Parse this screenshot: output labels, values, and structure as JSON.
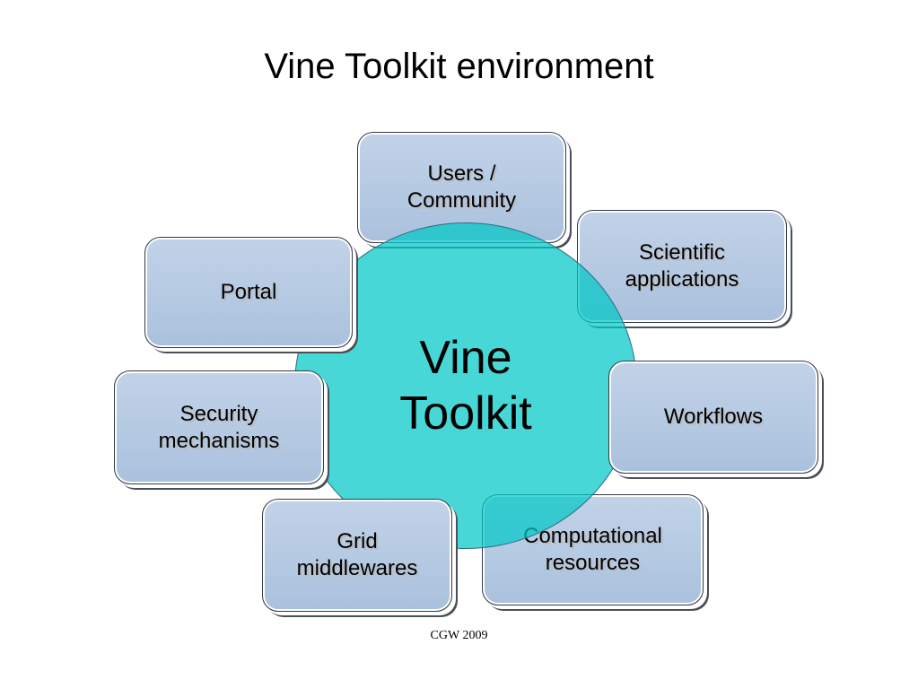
{
  "title": "Vine Toolkit environment",
  "center": {
    "label_line1": "Vine",
    "label_line2": "Toolkit"
  },
  "boxes": {
    "users": [
      "Users /",
      "Community"
    ],
    "scientific": [
      "Scientific",
      "applications"
    ],
    "portal": [
      "Portal"
    ],
    "workflows": [
      "Workflows"
    ],
    "security": [
      "Security",
      "mechanisms"
    ],
    "grid": [
      "Grid",
      "middlewares"
    ],
    "computational": [
      "Computational",
      "resources"
    ]
  },
  "footer": "CGW 2009",
  "colors": {
    "box_fill": "#aac1dd",
    "circle_fill": "#00c8c8",
    "text": "#000000"
  }
}
